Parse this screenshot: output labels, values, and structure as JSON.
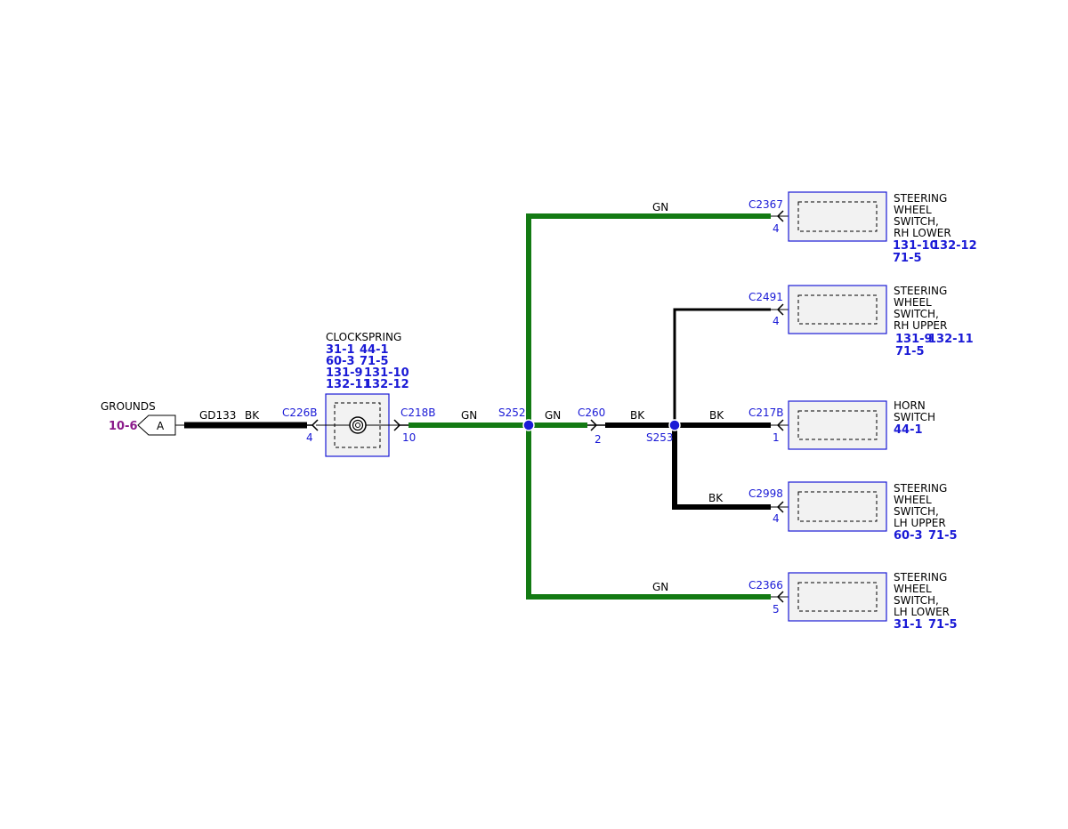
{
  "colors": {
    "wire_gn": "#137a13",
    "wire_bk": "#000000",
    "connector_text": "#1a1ad6",
    "ground_ref": "#8a1a8a",
    "component_border": "#1a1ad6",
    "component_fill": "#f2f2f2"
  },
  "grounds": {
    "label": "GROUNDS",
    "page_ref": "10-6",
    "flag": "A"
  },
  "wires": {
    "gd133": "GD133",
    "bk": "BK",
    "gn": "GN"
  },
  "clockspring": {
    "name": "CLOCKSPRING",
    "refs": [
      "31-1",
      "44-1",
      "60-3",
      "71-5",
      "131-9",
      "131-10",
      "132-11",
      "132-12"
    ],
    "left_connector": "C226B",
    "left_pin": "4",
    "right_connector": "C218B",
    "right_pin": "10"
  },
  "splices": {
    "s252": "S252",
    "s253": "S253"
  },
  "inline_connector": {
    "name": "C260",
    "pin": "2"
  },
  "components": [
    {
      "connector": "C2367",
      "pin": "4",
      "lines": [
        "STEERING",
        "WHEEL",
        "SWITCH,",
        "RH LOWER"
      ],
      "refs": [
        "131-10",
        "132-12",
        "71-5"
      ]
    },
    {
      "connector": "C2491",
      "pin": "4",
      "lines": [
        "STEERING",
        "WHEEL",
        "SWITCH,",
        "RH UPPER"
      ],
      "refs": [
        "131-9",
        "132-11",
        "71-5"
      ]
    },
    {
      "connector": "C217B",
      "pin": "1",
      "lines": [
        "HORN",
        "SWITCH"
      ],
      "refs": [
        "44-1"
      ]
    },
    {
      "connector": "C2998",
      "pin": "4",
      "lines": [
        "STEERING",
        "WHEEL",
        "SWITCH,",
        "LH UPPER"
      ],
      "refs": [
        "60-3",
        "71-5"
      ]
    },
    {
      "connector": "C2366",
      "pin": "5",
      "lines": [
        "STEERING",
        "WHEEL",
        "SWITCH,",
        "LH LOWER"
      ],
      "refs": [
        "31-1",
        "71-5"
      ]
    }
  ]
}
